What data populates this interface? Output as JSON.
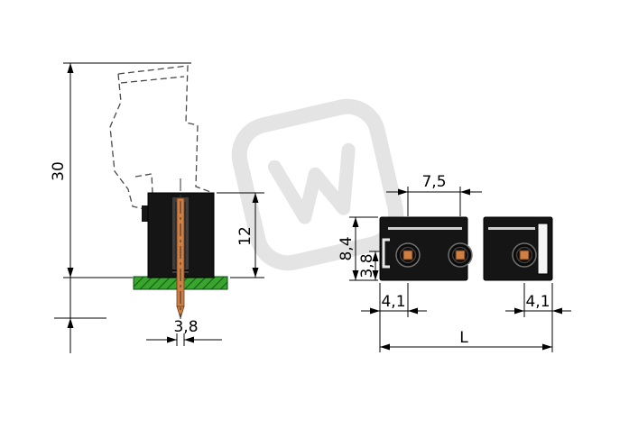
{
  "colors": {
    "background": "#ffffff",
    "line": "#000000",
    "body": "#151515",
    "pin": "#cd7f44",
    "pcb": "#3aa52c",
    "watermark": "#e4e4e4"
  },
  "side_view": {
    "overall_height": "30",
    "body_height": "12",
    "pin_width": "3,8"
  },
  "front_view": {
    "pin_pitch": "7,5",
    "body_height": "8,4",
    "pin_center_height": "3,8",
    "left_pin_offset": "4,1",
    "right_pin_offset": "4,1",
    "overall_length": "L"
  }
}
